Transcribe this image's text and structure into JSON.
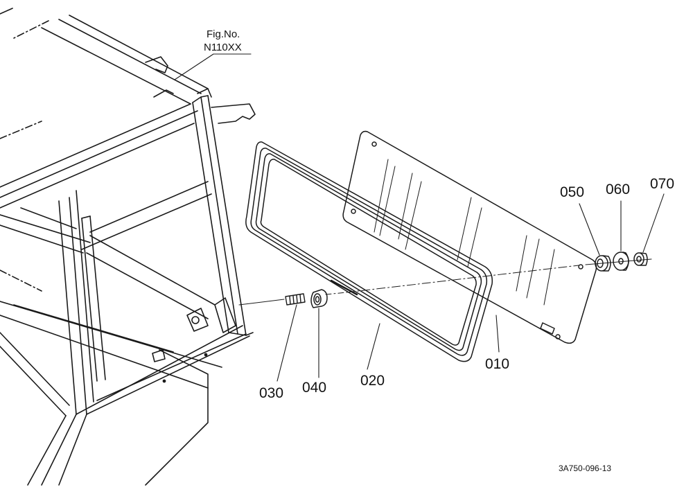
{
  "figure": {
    "label": "Fig.No.",
    "number": "N110XX"
  },
  "callouts": [
    "050",
    "060",
    "070",
    "030",
    "040",
    "020",
    "010"
  ],
  "drawing_code": "3A750-096-13",
  "colors": {
    "ink": "#1a1a1a",
    "background": "#ffffff"
  }
}
